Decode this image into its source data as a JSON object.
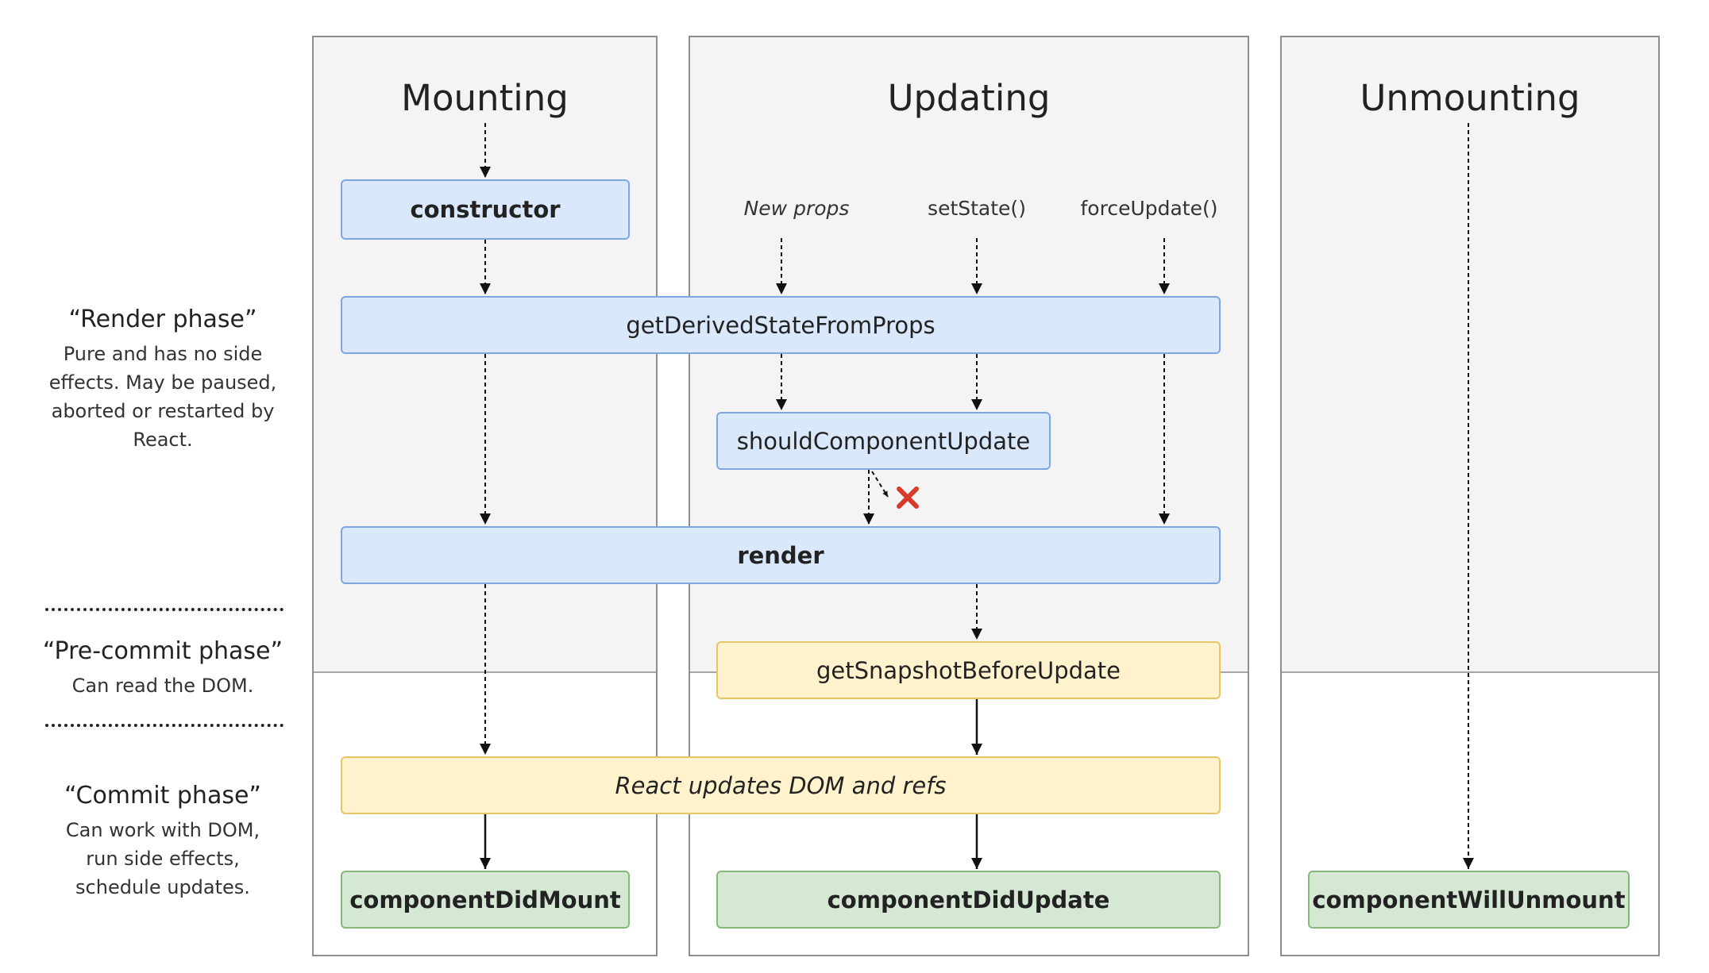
{
  "phases": {
    "render": {
      "title": "“Render phase”",
      "desc": [
        "Pure and has no side",
        "effects. May be paused,",
        "aborted or restarted by",
        "React."
      ]
    },
    "precommit": {
      "title": "“Pre-commit phase”",
      "desc": [
        "Can read the DOM."
      ]
    },
    "commit": {
      "title": "“Commit phase”",
      "desc": [
        "Can work with DOM,",
        "run side effects,",
        "schedule updates."
      ]
    }
  },
  "columns": {
    "mounting": "Mounting",
    "updating": "Updating",
    "unmounting": "Unmounting"
  },
  "triggers": {
    "new_props": "New props",
    "set_state": "setState()",
    "force_update": "forceUpdate()"
  },
  "methods": {
    "constructor": "constructor",
    "get_derived_state": "getDerivedStateFromProps",
    "should_component_update": "shouldComponentUpdate",
    "render": "render",
    "get_snapshot": "getSnapshotBeforeUpdate",
    "dom_update": "React updates DOM and refs",
    "did_mount": "componentDidMount",
    "did_update": "componentDidUpdate",
    "will_unmount": "componentWillUnmount"
  },
  "colors": {
    "render_phase_box": "#dae8fc",
    "pre_commit_box": "#fff2cc",
    "commit_box": "#d5e8d4",
    "cancel_mark": "#d83a2c"
  }
}
